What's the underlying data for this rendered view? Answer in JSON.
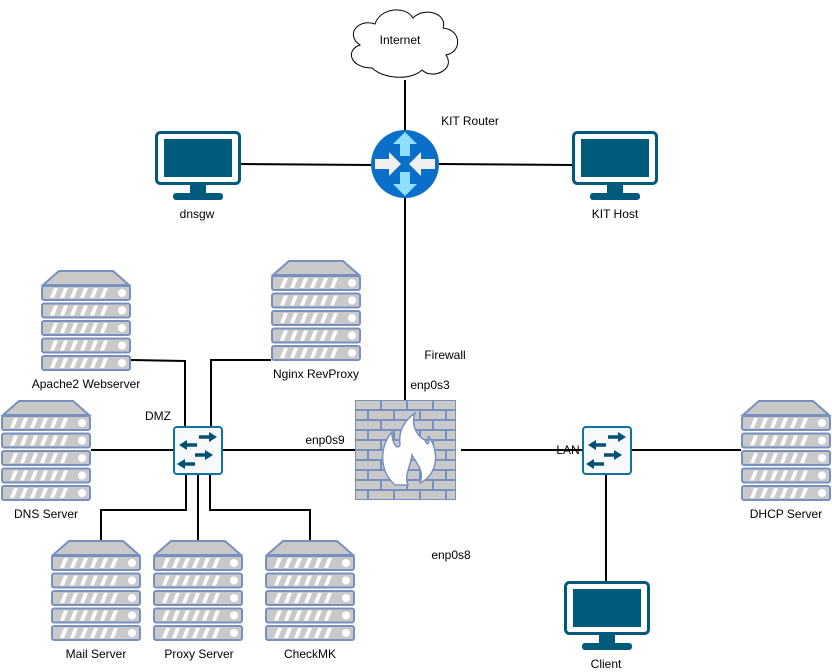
{
  "colors": {
    "router": "#0a6fc9",
    "router_arrows": "#8fe0ff",
    "monitor": "#005a7c",
    "server_fill": "#c9c9c9",
    "server_stroke": "#7890c0",
    "firewall_stroke": "#7890c0",
    "switch_stroke": "#10739e",
    "switch_arrows": "#005073"
  },
  "nodes": {
    "internet": {
      "label": "Internet",
      "icon": "cloud-icon"
    },
    "router": {
      "label": "KIT Router",
      "icon": "router-icon"
    },
    "dnsgw": {
      "label": "dnsgw",
      "icon": "monitor-icon"
    },
    "kit_host": {
      "label": "KIT Host",
      "icon": "monitor-icon"
    },
    "firewall": {
      "label": "Firewall",
      "icon": "firewall-icon"
    },
    "dmz_switch": {
      "label": "DMZ",
      "icon": "switch-icon"
    },
    "lan_switch": {
      "label": "LAN",
      "icon": "switch-icon"
    },
    "apache": {
      "label": "Apache2 Webserver",
      "icon": "server-icon"
    },
    "nginx": {
      "label": "Nginx RevProxy",
      "icon": "server-icon"
    },
    "dns": {
      "label": "DNS Server",
      "icon": "server-icon"
    },
    "mail": {
      "label": "Mail Server",
      "icon": "server-icon"
    },
    "proxy": {
      "label": "Proxy Server",
      "icon": "server-icon"
    },
    "checkmk": {
      "label": "CheckMK",
      "icon": "server-icon"
    },
    "dhcp": {
      "label": "DHCP Server",
      "icon": "server-icon"
    },
    "client": {
      "label": "Client",
      "icon": "monitor-icon"
    }
  },
  "interfaces": {
    "enp0s3": "enp0s3",
    "enp0s9": "enp0s9",
    "enp0s8": "enp0s8"
  }
}
